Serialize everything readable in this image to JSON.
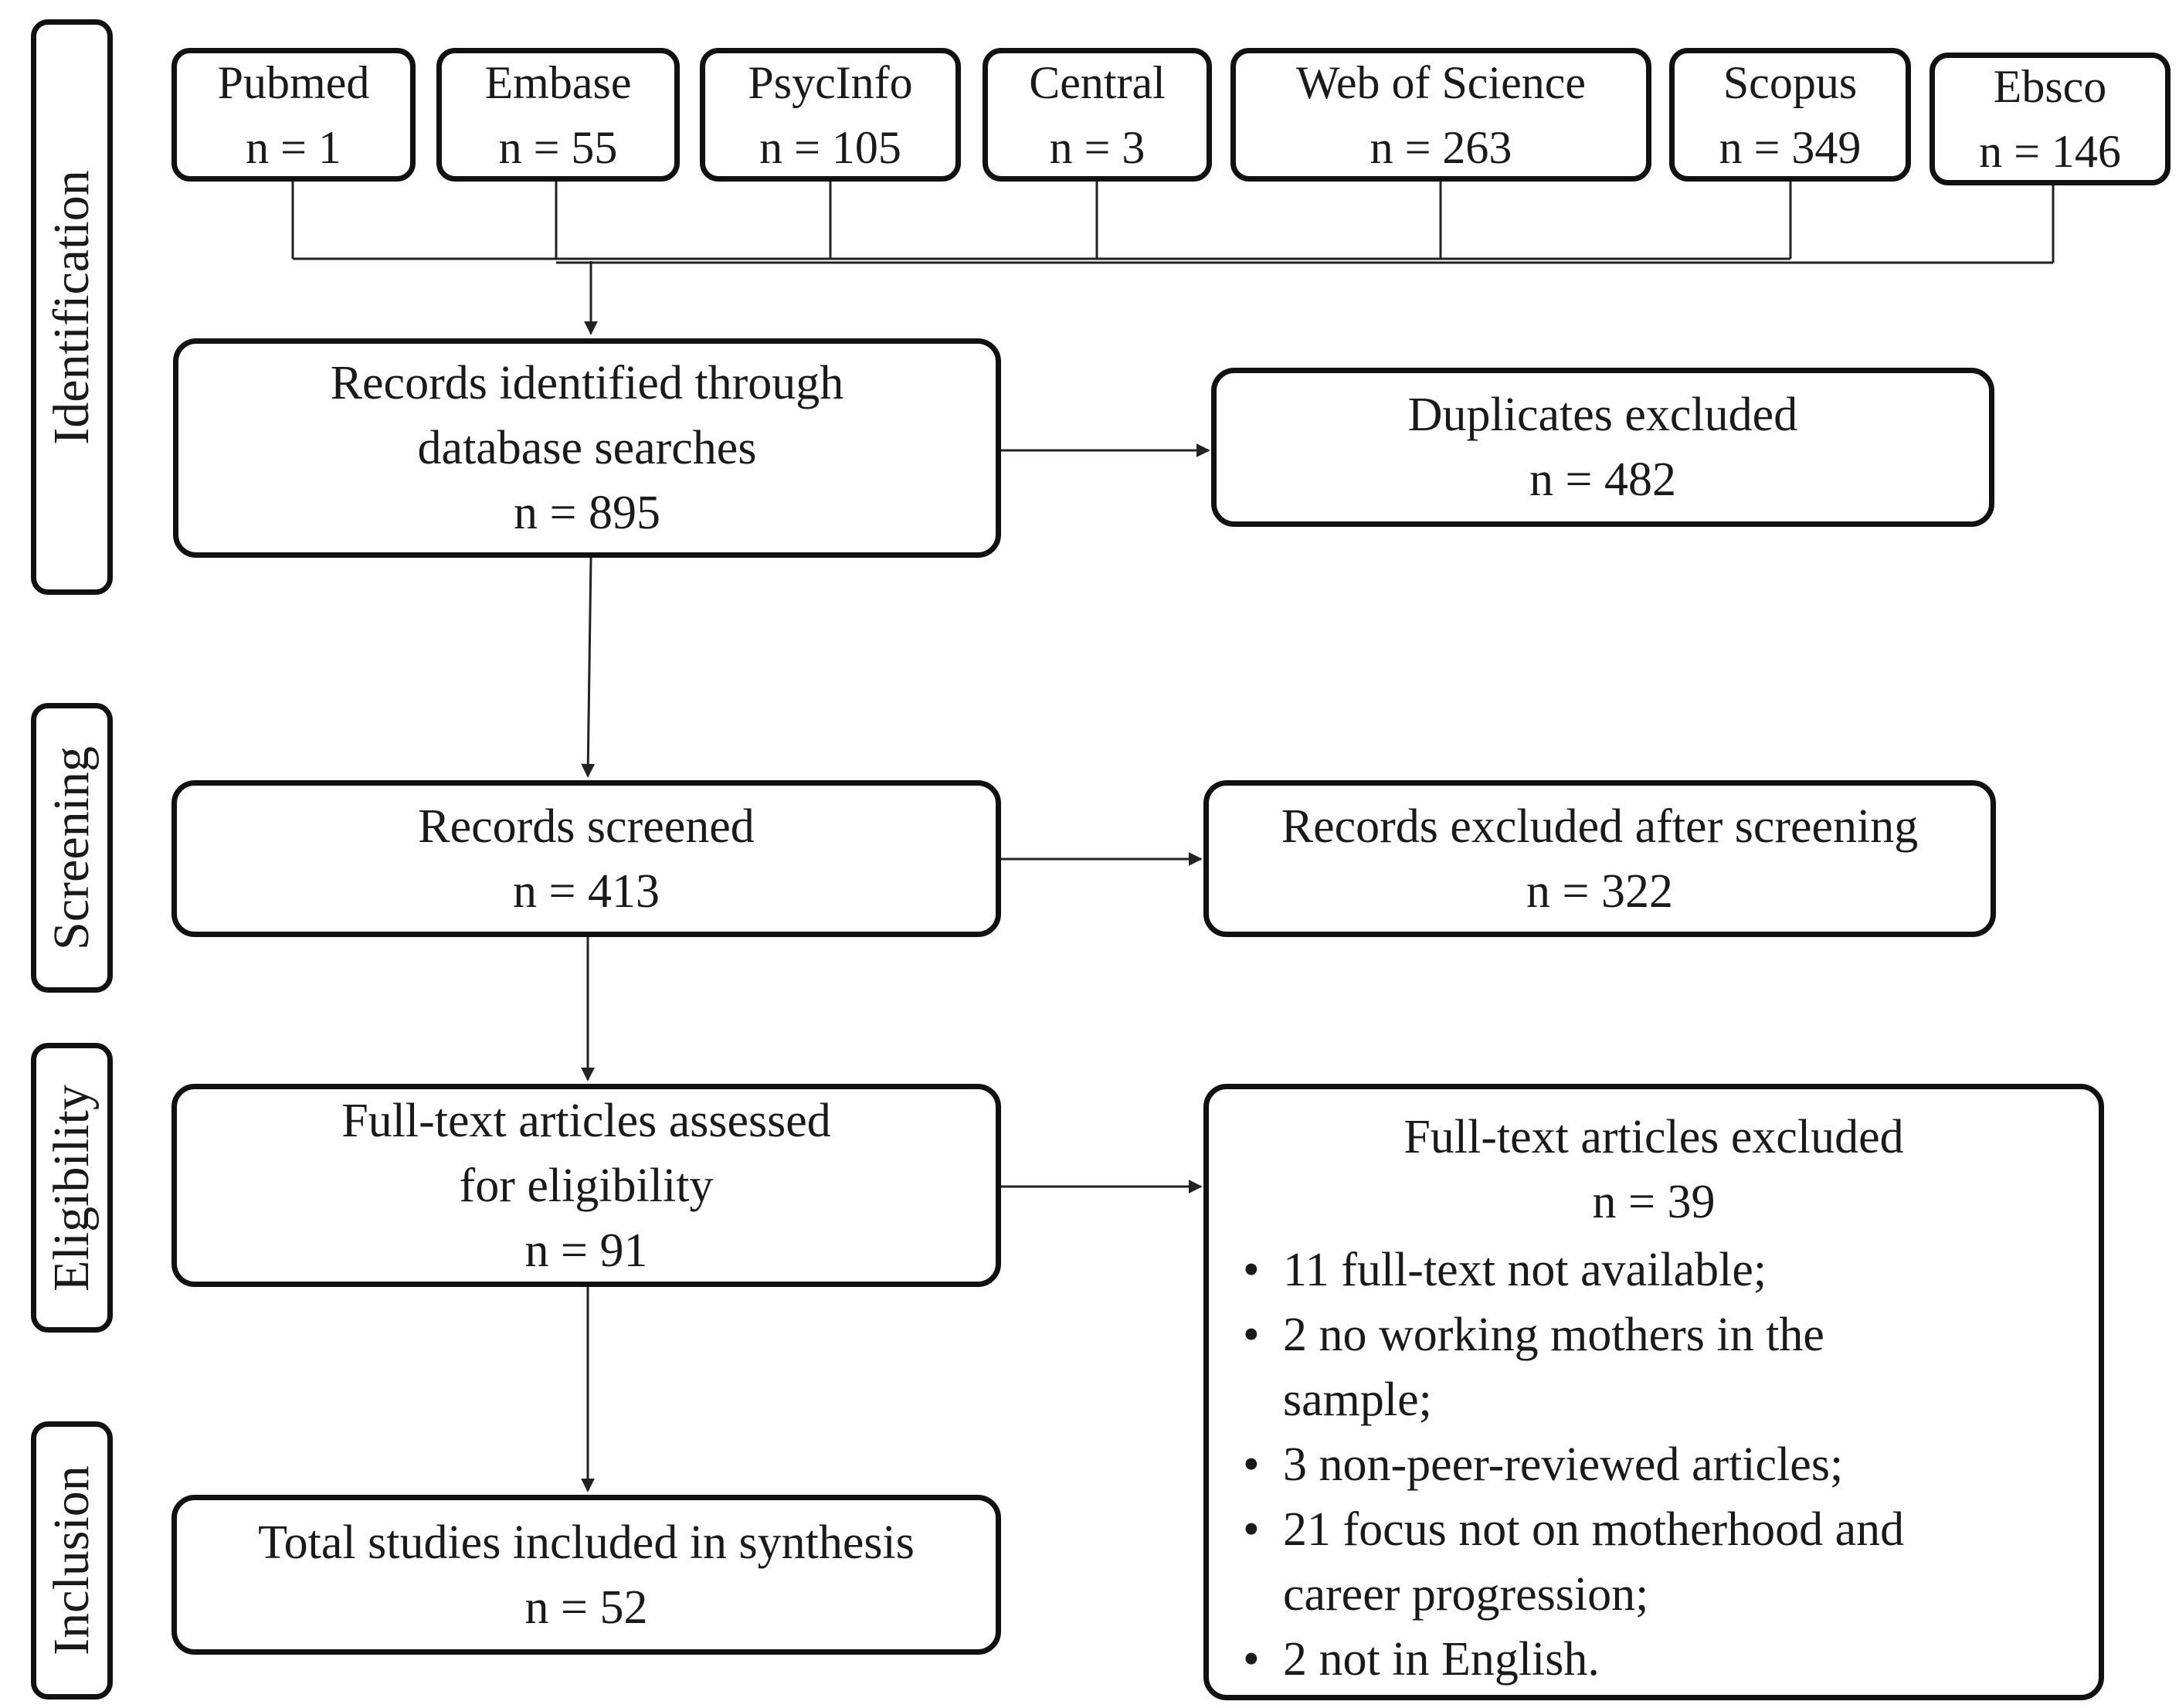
{
  "stages": {
    "identification": "Identification",
    "screening": "Screening",
    "eligibility": "Eligibility",
    "inclusion": "Inclusion"
  },
  "databases": [
    {
      "name": "Pubmed",
      "count": "n = 1"
    },
    {
      "name": "Embase",
      "count": "n = 55"
    },
    {
      "name": "PsycInfo",
      "count": "n = 105"
    },
    {
      "name": "Central",
      "count": "n = 3"
    },
    {
      "name": "Web of Science",
      "count": "n = 263"
    },
    {
      "name": "Scopus",
      "count": "n = 349"
    },
    {
      "name": "Ebsco",
      "count": "n = 146"
    }
  ],
  "identified": {
    "line1": "Records identified through",
    "line2": "database searches",
    "count": "n = 895"
  },
  "duplicates": {
    "label": "Duplicates excluded",
    "count": "n = 482"
  },
  "screened": {
    "label": "Records screened",
    "count": "n = 413"
  },
  "screen_excluded": {
    "label": "Records excluded after screening",
    "count": "n = 322"
  },
  "fulltext": {
    "line1": "Full-text articles assessed",
    "line2": "for eligibility",
    "count": "n = 91"
  },
  "fulltext_excluded": {
    "label": "Full-text articles excluded",
    "count": "n = 39",
    "bullet": "•",
    "reasons": [
      {
        "line1": "11 full-text not available;",
        "line2": ""
      },
      {
        "line1": "2 no working mothers in the",
        "line2": "sample;"
      },
      {
        "line1": "3 non-peer-reviewed articles;",
        "line2": ""
      },
      {
        "line1": "21 focus not on motherhood and",
        "line2": "career progression;"
      },
      {
        "line1": "2 not in English.",
        "line2": ""
      }
    ]
  },
  "included": {
    "label": "Total studies included in synthesis",
    "count": "n = 52"
  }
}
